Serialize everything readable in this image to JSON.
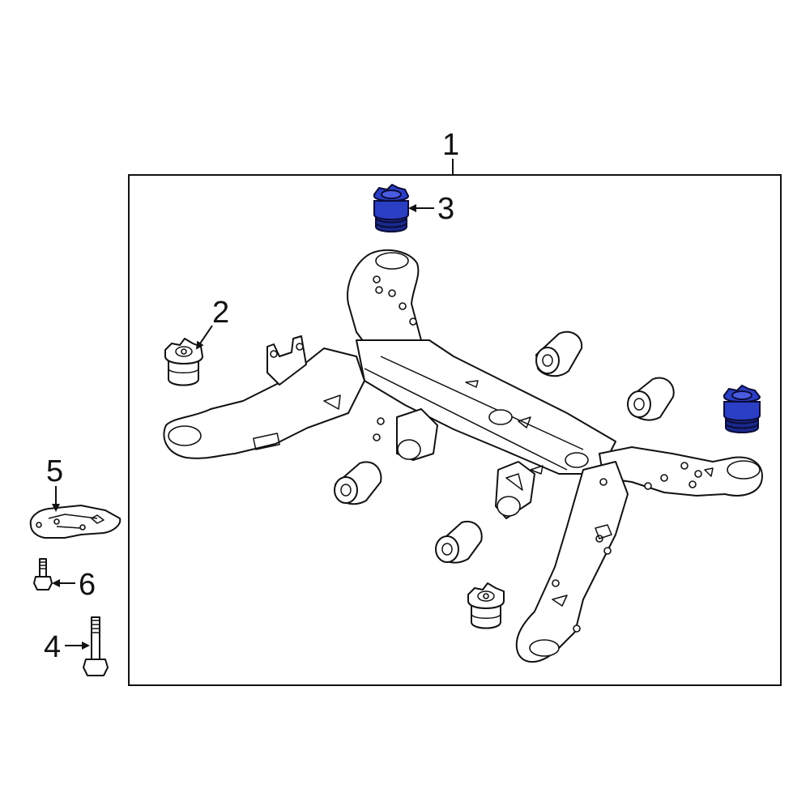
{
  "callouts": {
    "c1": "1",
    "c2": "2",
    "c3": "3",
    "c4": "4",
    "c5": "5",
    "c6": "6"
  },
  "colors": {
    "highlight": "#2b3fc4",
    "highlight_dark": "#1a2a8c",
    "line": "#111111",
    "background": "#ffffff"
  }
}
